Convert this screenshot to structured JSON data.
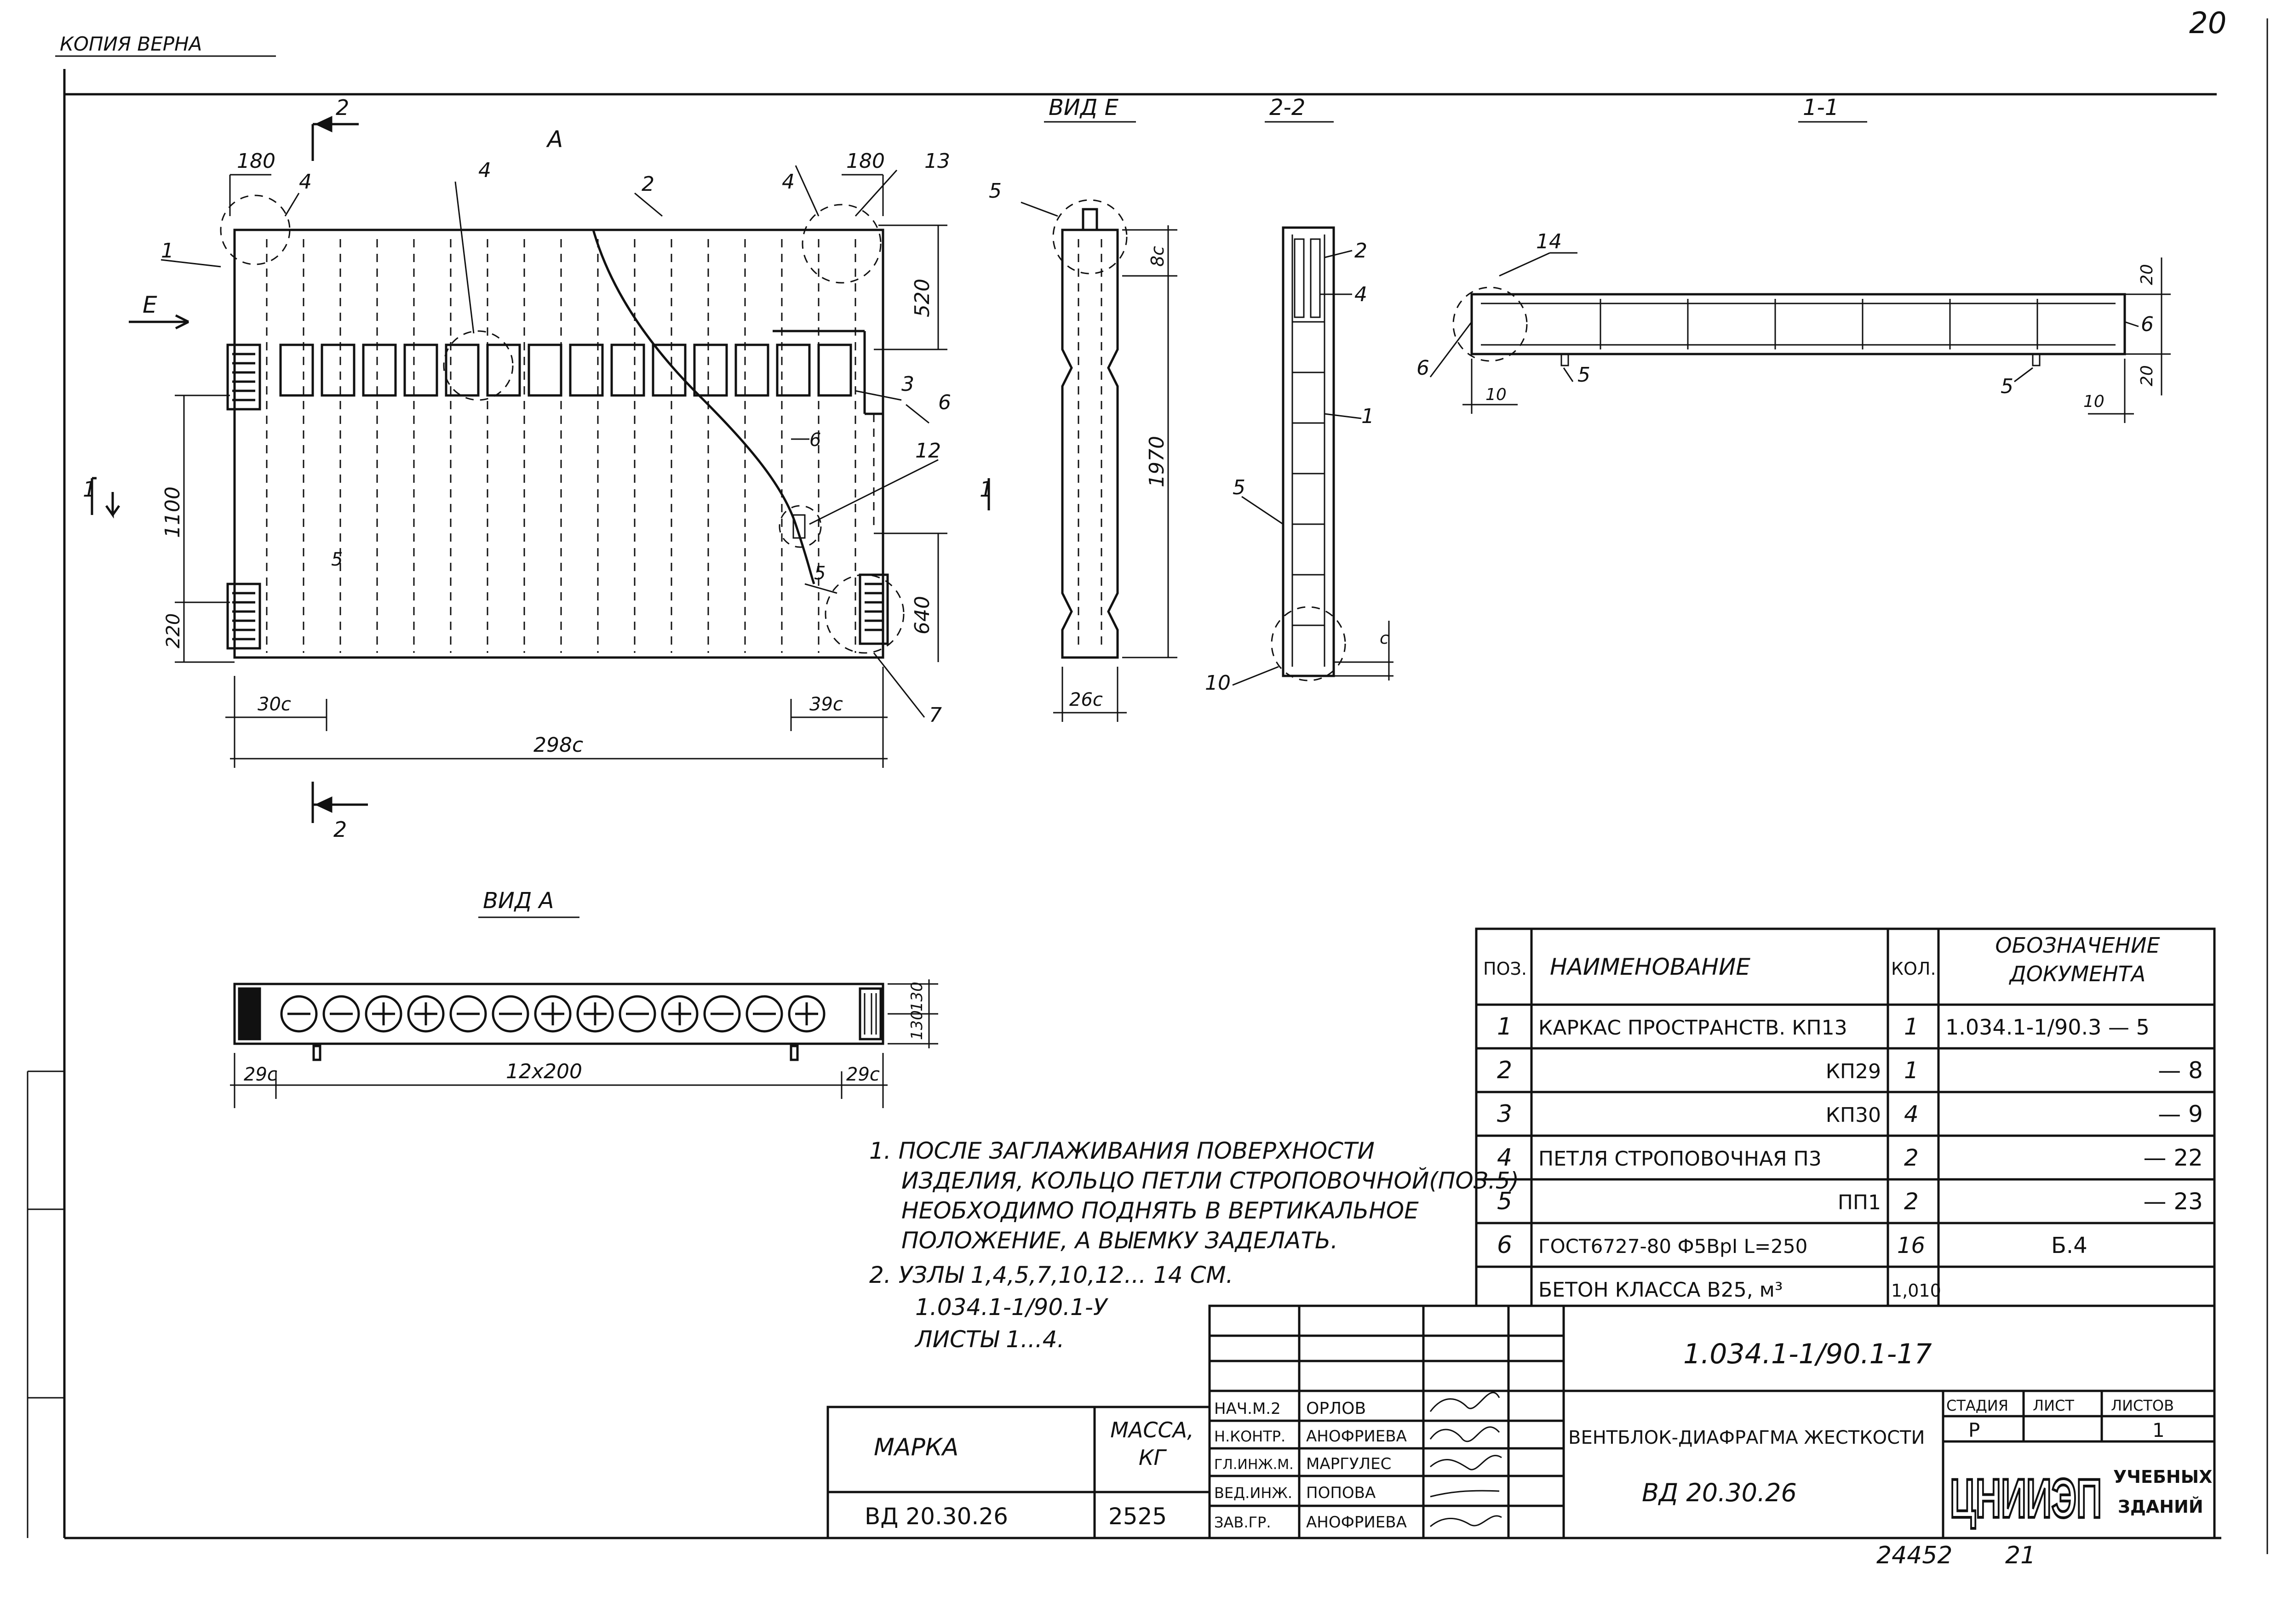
{
  "header": {
    "copy_mark": "КОПИЯ ВЕРНА",
    "sheet_corner_number": "20"
  },
  "views": {
    "main_label": "А",
    "view_e_title": "ВИД Е",
    "section_2_title": "2-2",
    "section_1_title": "1-1",
    "view_a_title": "ВИД А",
    "arrow_e": "Е",
    "cut_2_top": "2",
    "cut_2_bottom": "2",
    "cut_1_left": "1",
    "cut_1_right": "1",
    "dims": {
      "left_180": "180",
      "right_180": "180",
      "d520": "520",
      "d1100": "1100",
      "d220": "220",
      "d640": "640",
      "d300": "30с",
      "d390": "39с",
      "d2980": "298с",
      "d1970": "1970",
      "d80": "8с",
      "d260": "26с",
      "s22_c": "с",
      "s11_20a": "20",
      "s11_20b": "20",
      "s11_10a": "10",
      "s11_10b": "10",
      "va_290a": "29с",
      "va_12x200": "12х200",
      "va_290b": "29с",
      "va_130a": "130",
      "va_130b": "130"
    },
    "callouts": {
      "m1": "1",
      "m2": "2",
      "m3": "3",
      "m4a": "4",
      "m4b": "4",
      "m4c": "4",
      "m5a": "5",
      "m5b": "5",
      "m6a": "6",
      "m6b": "6",
      "m7": "7",
      "m12": "12",
      "m13": "13",
      "e5": "5",
      "s2_2": "2",
      "s2_4": "4",
      "s2_1": "1",
      "s2_5": "5",
      "s2_10": "10",
      "s1_14": "14",
      "s1_6a": "6",
      "s1_6b": "6",
      "s1_5a": "5",
      "s1_5b": "5"
    }
  },
  "spec_table": {
    "headers": {
      "pos": "ПОЗ.",
      "name": "НАИМЕНОВАНИЕ",
      "qty": "КОЛ.",
      "doc": "ОБОЗНАЧЕНИЕ ДОКУМЕНТА"
    },
    "rows": [
      {
        "pos": "1",
        "name": "КАРКАС ПРОСТРАНСТВ. КП13",
        "qty": "1",
        "doc": "1.034.1-1/90.3 — 5"
      },
      {
        "pos": "2",
        "name": "КП29",
        "qty": "1",
        "doc": "— 8"
      },
      {
        "pos": "3",
        "name": "КП30",
        "qty": "4",
        "doc": "— 9"
      },
      {
        "pos": "4",
        "name": "ПЕТЛЯ СТРОПОВОЧНАЯ П3",
        "qty": "2",
        "doc": "— 22"
      },
      {
        "pos": "5",
        "name": "ПП1",
        "qty": "2",
        "doc": "— 23"
      },
      {
        "pos": "6",
        "name": "ГОСТ6727-80 Ф5ВрI L=250",
        "qty": "16",
        "doc": "Б.4"
      },
      {
        "pos": "",
        "name": "БЕТОН КЛАССА В25, м³",
        "qty": "1,010",
        "doc": ""
      }
    ]
  },
  "notes": [
    "1. ПОСЛЕ ЗАГЛАЖИВАНИЯ ПОВЕРХНОСТИ",
    "ИЗДЕЛИЯ, КОЛЬЦО ПЕТЛИ СТРОПОВОЧНОЙ(ПОЗ.5)",
    "НЕОБХОДИМО ПОДНЯТЬ В ВЕРТИКАЛЬНОЕ",
    "ПОЛОЖЕНИЕ, А ВЫЕМКУ ЗАДЕЛАТЬ.",
    "2. УЗЛЫ 1,4,5,7,10,12... 14 СМ.",
    "1.034.1-1/90.1-У",
    "ЛИСТЫ 1...4."
  ],
  "marka_table": {
    "marka_header": "МАРКА",
    "mass_header": "МАССА, КГ",
    "marka_value": "ВД 20.30.26",
    "mass_value": "2525"
  },
  "title_block": {
    "doc_code": "1.034.1-1/90.1-17",
    "roles": [
      {
        "role": "НАЧ.М.2",
        "name": "ОРЛОВ"
      },
      {
        "role": "Н.КОНТР.",
        "name": "АНОФРИЕВА"
      },
      {
        "role": "ГЛ.ИНЖ.М.",
        "name": "МАРГУЛЕС"
      },
      {
        "role": "ВЕД.ИНЖ.",
        "name": "ПОПОВА"
      },
      {
        "role": "ЗАВ.ГР.",
        "name": "АНОФРИЕВА"
      }
    ],
    "product_name": "ВЕНТБЛОК-ДИАФРАГМА ЖЕСТКОСТИ",
    "product_mark": "ВД 20.30.26",
    "stage_label": "СТАДИЯ",
    "sheet_label": "ЛИСТ",
    "sheets_label": "ЛИСТОВ",
    "stage_value": "Р",
    "sheet_value": "",
    "sheets_value": "1",
    "org_logo": "ЦНИИЭП",
    "org_suffix_1": "УЧЕБНЫХ",
    "org_suffix_2": "ЗДАНИЙ"
  },
  "footer": {
    "inventory_number": "24452",
    "page_number": "21"
  }
}
